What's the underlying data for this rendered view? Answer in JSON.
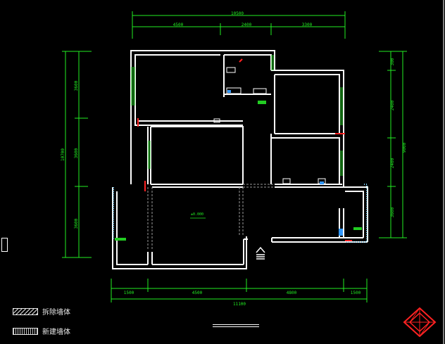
{
  "drawing": {
    "title": "",
    "legend": [
      {
        "label": "拆除墙体",
        "pattern": "hatch"
      },
      {
        "label": "新建墙体",
        "pattern": "dots"
      }
    ],
    "dims_top": {
      "overall": "10500",
      "parts": [
        "4500",
        "2400",
        "3300"
      ]
    },
    "dims_bottom": {
      "overall": "11100",
      "parts": [
        "1500",
        "4500",
        "4800",
        "1500"
      ]
    },
    "dims_left": {
      "overall": "10700",
      "parts": [
        "3600",
        "3600",
        "3600"
      ]
    },
    "dims_right": {
      "overall": "9000",
      "parts": [
        "300",
        "2400",
        "2400",
        "3600"
      ]
    },
    "level_mark": "±0.000",
    "colors": {
      "wall": "#ffffff",
      "dimension": "#22ee22",
      "window": "#22cc22",
      "text": "#ffff33",
      "accent": "#ff2222",
      "fixture": "#3399ff"
    },
    "logo_icon": "compass-diamond-icon"
  }
}
